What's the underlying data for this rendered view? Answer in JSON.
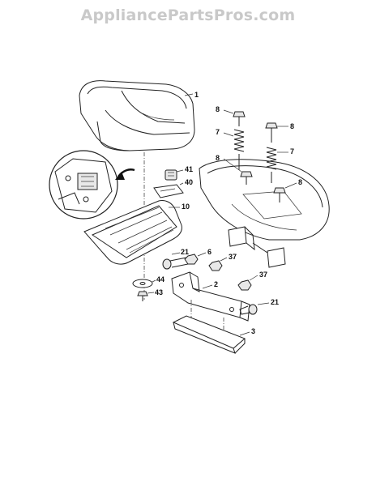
{
  "watermark": "AppliancePartsPros.com",
  "callouts": {
    "seat": "1",
    "fender_bolt_left": "8",
    "fender_spring_left": "7",
    "fender_bolt_left_lower": "8",
    "fender_bolt_right": "8",
    "fender_spring_right": "7",
    "fender_bolt_right_lower": "8",
    "switch": "41",
    "switch_bracket": "40",
    "seat_pan": "10",
    "bolt_pan": "21",
    "nut_pan": "6",
    "nut_upper": "37",
    "nut_mid": "37",
    "bracket": "2",
    "washer": "44",
    "bolt_small": "43",
    "bolt_bracket": "21",
    "base_plate": "3"
  }
}
